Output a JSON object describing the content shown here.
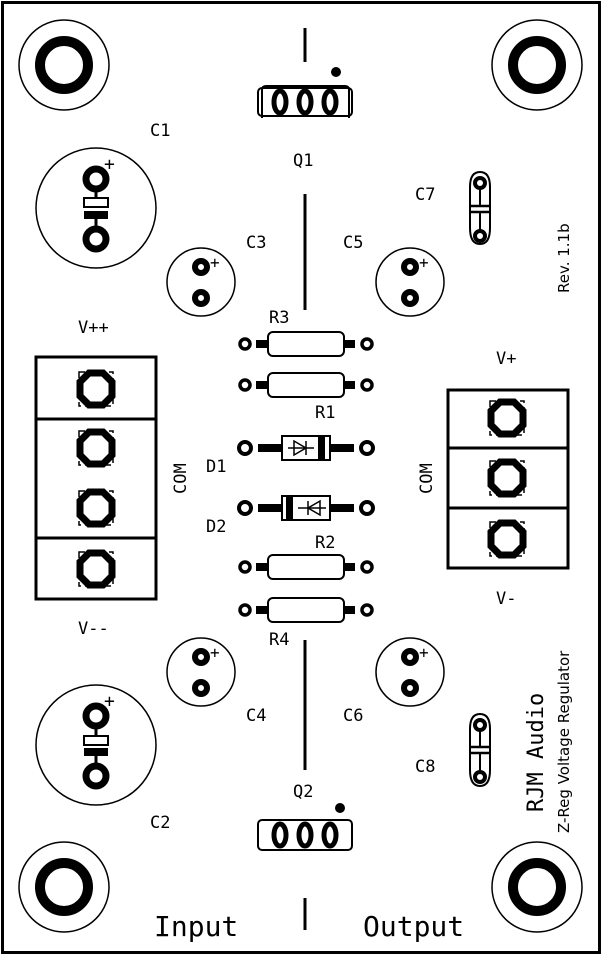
{
  "board": {
    "revision": "Rev. 1.1b",
    "brand": "RJM Audio",
    "product": "Z-Reg Voltage Regulator",
    "input_label": "Input",
    "output_label": "Output"
  },
  "components": {
    "c1": "C1",
    "c2": "C2",
    "c3": "C3",
    "c4": "C4",
    "c5": "C5",
    "c6": "C6",
    "c7": "C7",
    "c8": "C8",
    "q1": "Q1",
    "q2": "Q2",
    "r1": "R1",
    "r2": "R2",
    "r3": "R3",
    "r4": "R4",
    "d1": "D1",
    "d2": "D2"
  },
  "terminals": {
    "in_vpp": "V++",
    "in_vmm": "V--",
    "in_com": "COM",
    "out_vp": "V+",
    "out_vm": "V-",
    "out_com": "COM"
  },
  "polarity": "+"
}
